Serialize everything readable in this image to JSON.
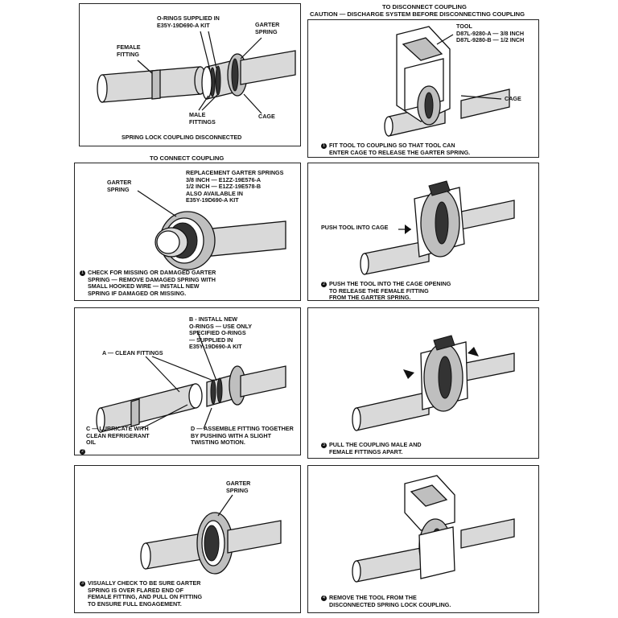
{
  "headings": {
    "disconnect_title": "TO DISCONNECT COUPLING",
    "disconnect_caution": "CAUTION — DISCHARGE SYSTEM BEFORE DISCONNECTING COUPLING",
    "connect_title": "TO CONNECT COUPLING"
  },
  "panel_intro": {
    "o_rings": "O-RINGS SUPPLIED IN\nE35Y-19D690-A KIT",
    "garter_spring": "GARTER\nSPRING",
    "female_fitting": "FEMALE\nFITTING",
    "male_fittings": "MALE\nFITTINGS",
    "cage": "CAGE",
    "caption": "SPRING LOCK COUPLING DISCONNECTED"
  },
  "panel_fit_tool": {
    "tool": "TOOL\nD87L-9280-A — 3/8 INCH\nD87L-9280-B — 1/2 INCH",
    "cage": "CAGE",
    "step": "1",
    "caption": "FIT TOOL TO COUPLING SO THAT TOOL CAN\nENTER CAGE TO RELEASE THE GARTER SPRING."
  },
  "panel_check_spring": {
    "garter_spring": "GARTER\nSPRING",
    "replacement": "REPLACEMENT GARTER SPRINGS\n3/8 INCH — E1ZZ-19E576-A\n1/2 INCH — E1ZZ-19E578-B\nALSO AVAILABLE IN\nE35Y-19D690-A KIT",
    "step": "1",
    "caption": "CHECK FOR MISSING OR DAMAGED GARTER\nSPRING — REMOVE DAMAGED SPRING WITH\nSMALL HOOKED WIRE — INSTALL NEW\nSPRING IF DAMAGED OR MISSING."
  },
  "panel_push_tool": {
    "push_label": "PUSH TOOL INTO CAGE",
    "step": "2",
    "caption": "PUSH THE TOOL INTO THE CAGE OPENING\nTO RELEASE THE FEMALE FITTING\nFROM THE GARTER SPRING."
  },
  "panel_assemble": {
    "b_label": "B - INSTALL NEW\nO-RINGS — USE ONLY\nSPECIFIED O-RINGS\n— SUPPLIED IN\nE35Y-19D690-A KIT",
    "a_label": "A — CLEAN FITTINGS",
    "c_label": "C — LUBRICATE WITH\nCLEAN REFRIGERANT\nOIL",
    "d_label": "D — ASSEMBLE FITTING TOGETHER\nBY PUSHING WITH A SLIGHT\nTWISTING MOTION.",
    "step": "2"
  },
  "panel_pull_apart": {
    "step": "3",
    "caption": "PULL THE COUPLING MALE AND\nFEMALE FITTINGS APART."
  },
  "panel_visual_check": {
    "garter_spring": "GARTER\nSPRING",
    "step": "3",
    "caption": "VISUALLY CHECK TO BE SURE GARTER\nSPRING IS OVER FLARED END OF\nFEMALE FITTING, AND PULL ON FITTING\nTO ENSURE FULL ENGAGEMENT."
  },
  "panel_remove_tool": {
    "step": "4",
    "caption": "REMOVE THE TOOL FROM THE\nDISCONNECTED SPRING LOCK COUPLING."
  }
}
